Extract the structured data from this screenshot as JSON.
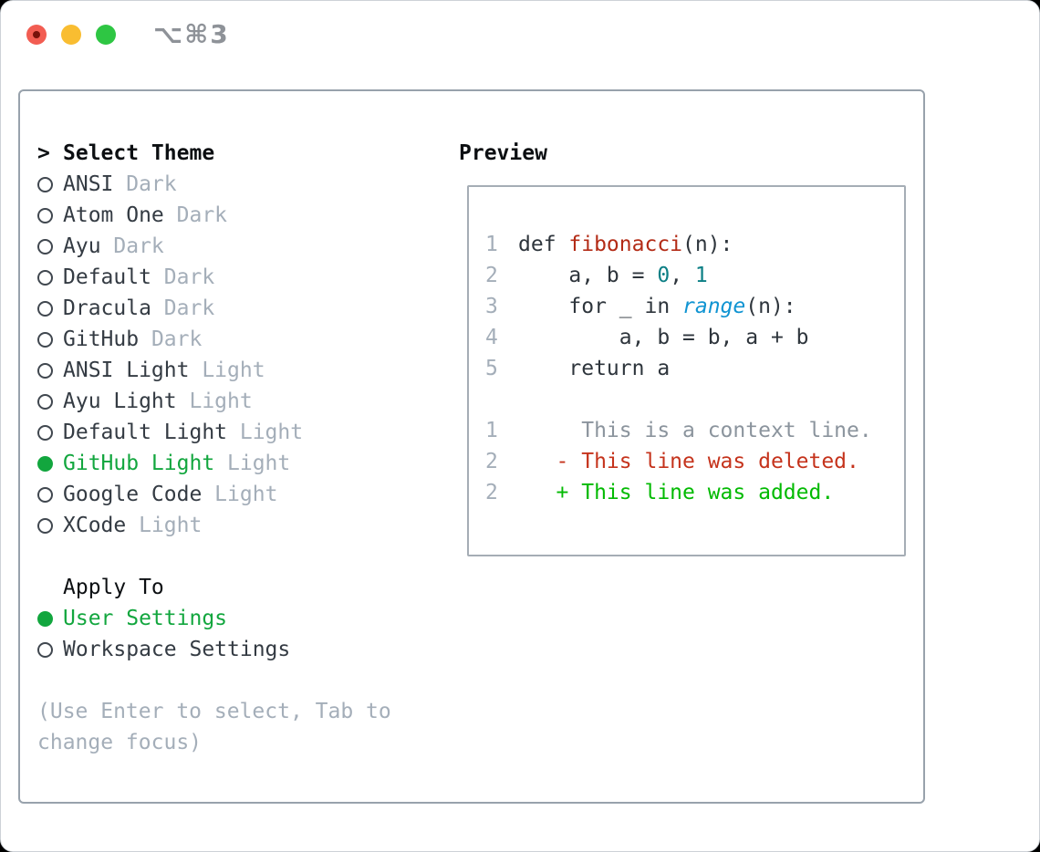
{
  "titlebar": {
    "shortcut": "⌥⌘3",
    "traffic_lights": [
      "close-button",
      "minimize-button",
      "zoom-button"
    ]
  },
  "theme_selector": {
    "caret": ">",
    "header": "Select Theme",
    "themes": [
      {
        "name": "ANSI",
        "variant": "Dark",
        "selected": false
      },
      {
        "name": "Atom One",
        "variant": "Dark",
        "selected": false
      },
      {
        "name": "Ayu",
        "variant": "Dark",
        "selected": false
      },
      {
        "name": "Default",
        "variant": "Dark",
        "selected": false
      },
      {
        "name": "Dracula",
        "variant": "Dark",
        "selected": false
      },
      {
        "name": "GitHub",
        "variant": "Dark",
        "selected": false
      },
      {
        "name": "ANSI Light",
        "variant": "Light",
        "selected": false
      },
      {
        "name": "Ayu Light",
        "variant": "Light",
        "selected": false
      },
      {
        "name": "Default Light",
        "variant": "Light",
        "selected": false
      },
      {
        "name": "GitHub Light",
        "variant": "Light",
        "selected": true
      },
      {
        "name": "Google Code",
        "variant": "Light",
        "selected": false
      },
      {
        "name": "XCode",
        "variant": "Light",
        "selected": false
      }
    ]
  },
  "apply_to": {
    "header": "Apply To",
    "options": [
      {
        "label": "User Settings",
        "selected": true
      },
      {
        "label": "Workspace Settings",
        "selected": false
      }
    ]
  },
  "hint": {
    "line1": "(Use Enter to select, Tab to",
    "line2": "change focus)"
  },
  "preview": {
    "label": "Preview",
    "code_lines": [
      {
        "num": "1",
        "tokens": [
          [
            "def ",
            "p"
          ],
          [
            "fibonacci",
            "f"
          ],
          [
            "(n):",
            "p"
          ]
        ]
      },
      {
        "num": "2",
        "tokens": [
          [
            "    a, b = ",
            "p"
          ],
          [
            "0",
            "n"
          ],
          [
            ", ",
            "p"
          ],
          [
            "1",
            "n"
          ]
        ]
      },
      {
        "num": "3",
        "tokens": [
          [
            "    for _ in ",
            "p"
          ],
          [
            "range",
            "b"
          ],
          [
            "(n):",
            "p"
          ]
        ]
      },
      {
        "num": "4",
        "tokens": [
          [
            "        a, b = b, a + b",
            "p"
          ]
        ]
      },
      {
        "num": "5",
        "tokens": [
          [
            "    return a",
            "p"
          ]
        ]
      },
      {
        "num": "",
        "tokens": []
      },
      {
        "num": "1",
        "tokens": [
          [
            "     This is a context line.",
            "c"
          ]
        ]
      },
      {
        "num": "2",
        "tokens": [
          [
            "   - This line was deleted.",
            "d"
          ]
        ]
      },
      {
        "num": "2",
        "tokens": [
          [
            "   + This line was added.",
            "a"
          ]
        ]
      }
    ]
  },
  "colors": {
    "selected_green": "#12a63e",
    "added_green": "#02ba02",
    "deleted_red": "#c5331c",
    "function_red": "#b32b16",
    "number_teal": "#0c7f85",
    "builtin_blue": "#1094d2",
    "muted_gray": "#a4aeb9",
    "context_gray": "#8b949d",
    "plain_code": "#2e353c",
    "panel_border": "#98a2ac",
    "traffic_red": "#f25d52",
    "traffic_yellow": "#f9bd31",
    "traffic_green": "#2ec643"
  }
}
